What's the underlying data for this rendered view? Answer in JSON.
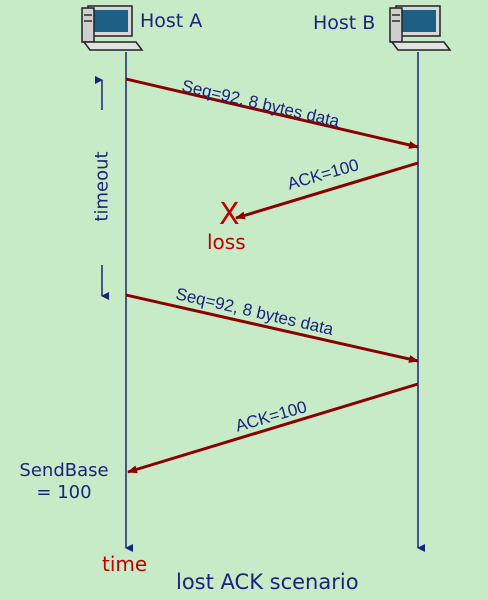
{
  "hosts": {
    "a_label": "Host A",
    "b_label": "Host B"
  },
  "messages": [
    {
      "label": "Seq=92, 8 bytes data"
    },
    {
      "label": "ACK=100"
    },
    {
      "label": "Seq=92, 8 bytes data"
    },
    {
      "label": "ACK=100"
    }
  ],
  "loss": {
    "mark": "X",
    "label": "loss"
  },
  "timeout": {
    "label": "timeout"
  },
  "sendbase": {
    "line1": "SendBase",
    "line2": "= 100"
  },
  "time_label": "time",
  "caption": "lost ACK scenario",
  "colors": {
    "background": "#c7ebc7",
    "arrow": "#8b0000",
    "timeline": "#1a237e",
    "text": "#1a237e",
    "loss": "#c00000"
  },
  "icons": {
    "host": "computer-icon"
  }
}
